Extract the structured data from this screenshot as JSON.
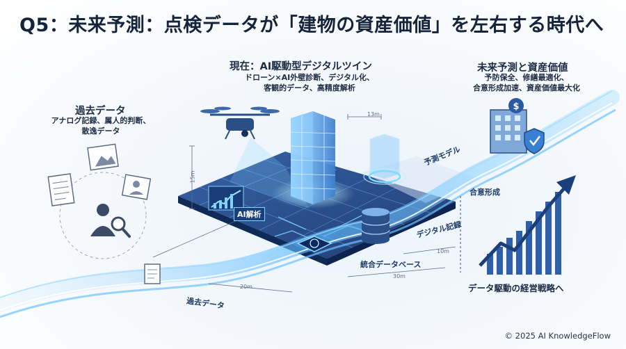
{
  "title": "Q5：未来予測：点検データが「建物の資産価値」を左右する時代へ",
  "past": {
    "heading": "過去データ",
    "lines": [
      "アナログ記録、属人的判断、",
      "散逸データ"
    ]
  },
  "present": {
    "heading": "現在：AI駆動型デジタルツイン",
    "lines": [
      "ドローン×AI外壁診断、デジタル化、",
      "客観的データ、高精度解析"
    ]
  },
  "future": {
    "heading": "未来予測と資産価値",
    "lines": [
      "予防保全、修繕最適化、",
      "合意形成加速、資産価値最大化"
    ]
  },
  "labels": {
    "ai_analysis": "AI解析",
    "integrated_db": "統合データベース",
    "digital_record": "デジタル記録",
    "prediction_model": "予測モデル",
    "consensus": "合意形成",
    "past_data_flow": "過去データ",
    "strategy": "データ駆動の経営戦略へ"
  },
  "dimensions": [
    "13m",
    "15m",
    "20m",
    "30m",
    "10m"
  ],
  "copyright": "© 2025 AI KnowledgeFlow",
  "colors": {
    "accent": "#3a8fe0",
    "glow": "#7fd3ff",
    "navy": "#1b3f7a",
    "text": "#15243a"
  }
}
